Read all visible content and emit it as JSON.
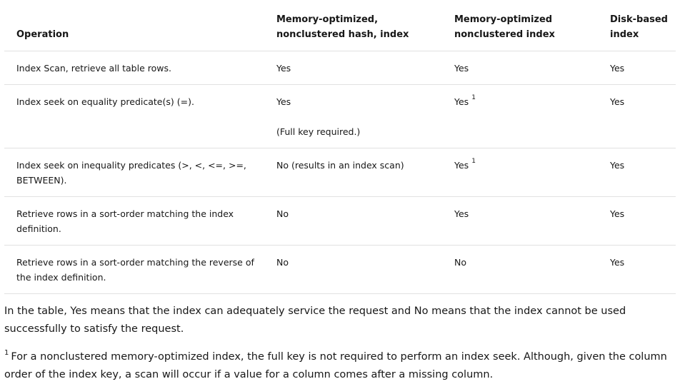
{
  "table": {
    "headers": [
      "Operation",
      "Memory-optimized, nonclustered hash, index",
      "Memory-optimized nonclustered index",
      "Disk-based index"
    ],
    "rows": [
      {
        "operation": "Index Scan, retrieve all table rows.",
        "hash": "Yes",
        "hash_note": "",
        "nonclustered": "Yes",
        "nonclustered_sup": "",
        "disk": "Yes"
      },
      {
        "operation": "Index seek on equality predicate(s) (=).",
        "hash": "Yes",
        "hash_note": "(Full key required.)",
        "nonclustered": "Yes",
        "nonclustered_sup": "1",
        "disk": "Yes"
      },
      {
        "operation": "Index seek on inequality predicates (>, <, <=, >=, BETWEEN).",
        "hash": "No (results in an index scan)",
        "hash_note": "",
        "nonclustered": "Yes",
        "nonclustered_sup": "1",
        "disk": "Yes"
      },
      {
        "operation": "Retrieve rows in a sort-order matching the index definition.",
        "hash": "No",
        "hash_note": "",
        "nonclustered": "Yes",
        "nonclustered_sup": "",
        "disk": "Yes"
      },
      {
        "operation": "Retrieve rows in a sort-order matching the reverse of the index definition.",
        "hash": "No",
        "hash_note": "",
        "nonclustered": "No",
        "nonclustered_sup": "",
        "disk": "Yes"
      }
    ]
  },
  "explanation": "In the table, Yes means that the index can adequately service the request and No means that the index cannot be used successfully to satisfy the request.",
  "footnote": {
    "marker": "1",
    "text": "For a nonclustered memory-optimized index, the full key is not required to perform an index seek. Although, given the column order of the index key, a scan will occur if a value for a column comes after a missing column."
  }
}
